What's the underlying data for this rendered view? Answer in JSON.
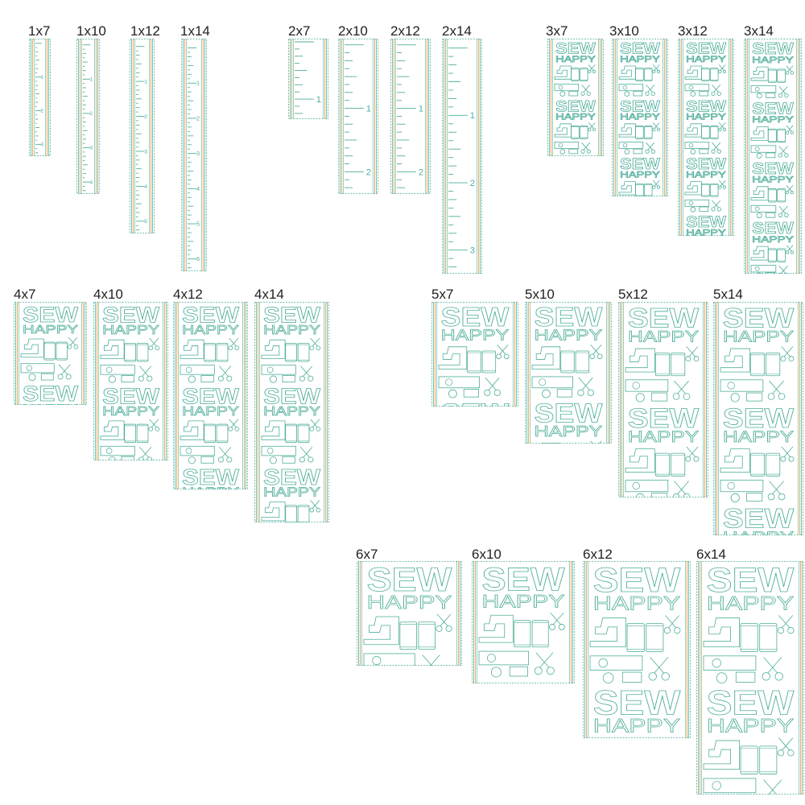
{
  "colors": {
    "stitch_green": "#4fae9a",
    "stitch_orange": "#e9a44c",
    "label_text": "#222222",
    "background": "#ffffff"
  },
  "designs": [
    {
      "label": "1x7",
      "kind": "ruler",
      "numbers": [
        "1",
        "2",
        "3"
      ]
    },
    {
      "label": "1x10",
      "kind": "ruler",
      "numbers": [
        "1",
        "2",
        "3",
        "4"
      ]
    },
    {
      "label": "1x12",
      "kind": "ruler",
      "numbers": [
        "1",
        "2",
        "3",
        "4",
        "5"
      ]
    },
    {
      "label": "1x14",
      "kind": "ruler",
      "numbers": [
        "1",
        "2",
        "3",
        "4",
        "5",
        "6"
      ]
    },
    {
      "label": "2x7",
      "kind": "ruler",
      "numbers": [
        "1"
      ]
    },
    {
      "label": "2x10",
      "kind": "ruler",
      "numbers": [
        "1",
        "2"
      ]
    },
    {
      "label": "2x12",
      "kind": "ruler",
      "numbers": [
        "1",
        "2"
      ]
    },
    {
      "label": "2x14",
      "kind": "ruler",
      "numbers": [
        "1",
        "2",
        "3"
      ]
    },
    {
      "label": "3x7",
      "kind": "collage",
      "words": [
        "SEW",
        "HAPPY"
      ]
    },
    {
      "label": "3x10",
      "kind": "collage",
      "words": [
        "SEW",
        "HAPPY"
      ]
    },
    {
      "label": "3x12",
      "kind": "collage",
      "words": [
        "SEW",
        "HAPPY"
      ]
    },
    {
      "label": "3x14",
      "kind": "collage",
      "words": [
        "SEW",
        "HAPPY"
      ]
    },
    {
      "label": "4x7",
      "kind": "collage",
      "words": [
        "SEW",
        "HAPPY"
      ]
    },
    {
      "label": "4x10",
      "kind": "collage",
      "words": [
        "SEW",
        "HAPPY"
      ]
    },
    {
      "label": "4x12",
      "kind": "collage",
      "words": [
        "SEW",
        "HAPPY"
      ]
    },
    {
      "label": "4x14",
      "kind": "collage",
      "words": [
        "SEW",
        "HAPPY"
      ]
    },
    {
      "label": "5x7",
      "kind": "collage",
      "words": [
        "SEW",
        "HAPPY"
      ]
    },
    {
      "label": "5x10",
      "kind": "collage",
      "words": [
        "SEW",
        "HAPPY"
      ]
    },
    {
      "label": "5x12",
      "kind": "collage",
      "words": [
        "SEW",
        "HAPPY"
      ]
    },
    {
      "label": "5x14",
      "kind": "collage",
      "words": [
        "SEW",
        "HAPPY"
      ]
    },
    {
      "label": "6x7",
      "kind": "collage",
      "words": [
        "SEW",
        "HAPPY"
      ]
    },
    {
      "label": "6x10",
      "kind": "collage",
      "words": [
        "SEW",
        "HAPPY"
      ]
    },
    {
      "label": "6x12",
      "kind": "collage",
      "words": [
        "SEW",
        "HAPPY"
      ]
    },
    {
      "label": "6x14",
      "kind": "collage",
      "words": [
        "SEW",
        "HAPPY"
      ]
    }
  ]
}
